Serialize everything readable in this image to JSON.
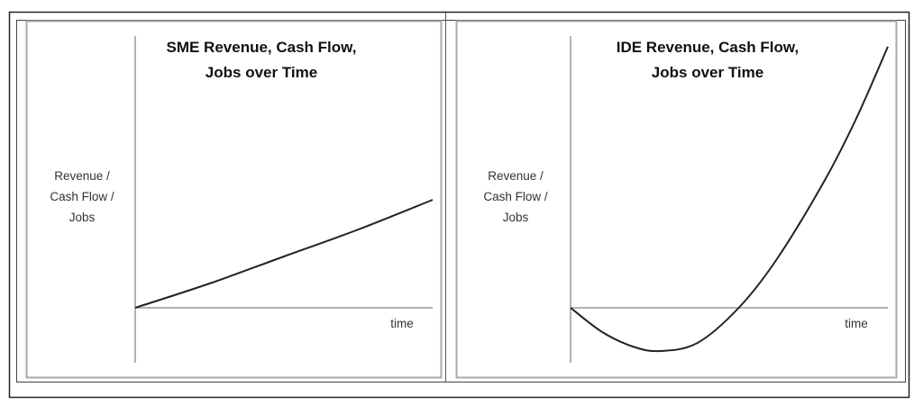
{
  "chart_data": [
    {
      "type": "line",
      "title_lines": [
        "SME Revenue, Cash Flow,",
        "Jobs over Time"
      ],
      "ylabel_lines": [
        "Revenue /",
        "Cash Flow /",
        "Jobs"
      ],
      "xlabel": "time",
      "xlim": [
        0,
        1
      ],
      "ylim": [
        -2,
        10
      ],
      "grid": false,
      "series": [
        {
          "name": "SME",
          "points": [
            [
              0,
              0
            ],
            [
              0.25,
              0.9
            ],
            [
              0.5,
              1.9
            ],
            [
              0.75,
              2.9
            ],
            [
              1,
              4
            ]
          ]
        }
      ],
      "line_color": "#222222"
    },
    {
      "type": "line",
      "title_lines": [
        "IDE Revenue, Cash Flow,",
        "Jobs over Time"
      ],
      "ylabel_lines": [
        "Revenue /",
        "Cash Flow /",
        "Jobs"
      ],
      "xlabel": "time",
      "xlim": [
        0,
        1
      ],
      "ylim": [
        -2,
        10
      ],
      "grid": false,
      "series": [
        {
          "name": "IDE",
          "points": [
            [
              0,
              0
            ],
            [
              0.1,
              -0.9
            ],
            [
              0.2,
              -1.45
            ],
            [
              0.284,
              -1.6
            ],
            [
              0.4,
              -1.3
            ],
            [
              0.53,
              0
            ],
            [
              0.65,
              1.8
            ],
            [
              0.8,
              4.7
            ],
            [
              0.9,
              7
            ],
            [
              1,
              9.67
            ]
          ]
        }
      ],
      "line_color": "#222222"
    }
  ]
}
